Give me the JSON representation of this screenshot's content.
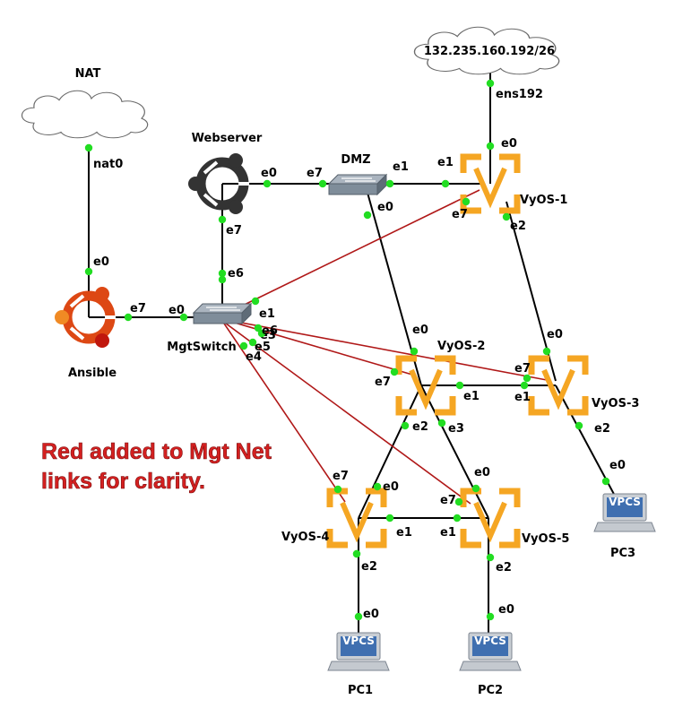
{
  "clouds": {
    "nat": {
      "label": "NAT"
    },
    "internet": {
      "label": "132.235.160.192/26"
    }
  },
  "nodes": {
    "webserver": "Webserver",
    "ansible": "Ansible",
    "dmz": "DMZ",
    "mgtswitch": "MgtSwitch",
    "vyos1": "VyOS-1",
    "vyos2": "VyOS-2",
    "vyos3": "VyOS-3",
    "vyos4": "VyOS-4",
    "vyos5": "VyOS-5",
    "pc1": "PC1",
    "pc2": "PC2",
    "pc3": "PC3",
    "vpcs": "VPCS"
  },
  "note": {
    "line1": "Red added to Mgt Net",
    "line2": "links for clarity."
  },
  "colors": {
    "link": "#000000",
    "mgt_link": "#b01818",
    "port": "#22dd22",
    "router": "#f5a623",
    "ubuntu": "#dd4814",
    "note": "#d42020"
  },
  "ports": [
    "nat0",
    "e0",
    "ens192",
    "e0",
    "e0",
    "e7",
    "e1",
    "e1",
    "e0",
    "e7",
    "e2",
    "e7",
    "e6",
    "e0",
    "e7",
    "e0",
    "e1",
    "e3",
    "e6",
    "e4",
    "e5",
    "e0",
    "e7",
    "e1",
    "e2",
    "e3",
    "e0",
    "e7",
    "e1",
    "e2",
    "e7",
    "e0",
    "e1",
    "e2",
    "e0",
    "e7",
    "e1",
    "e2",
    "e0",
    "e2",
    "e0",
    "e0"
  ]
}
